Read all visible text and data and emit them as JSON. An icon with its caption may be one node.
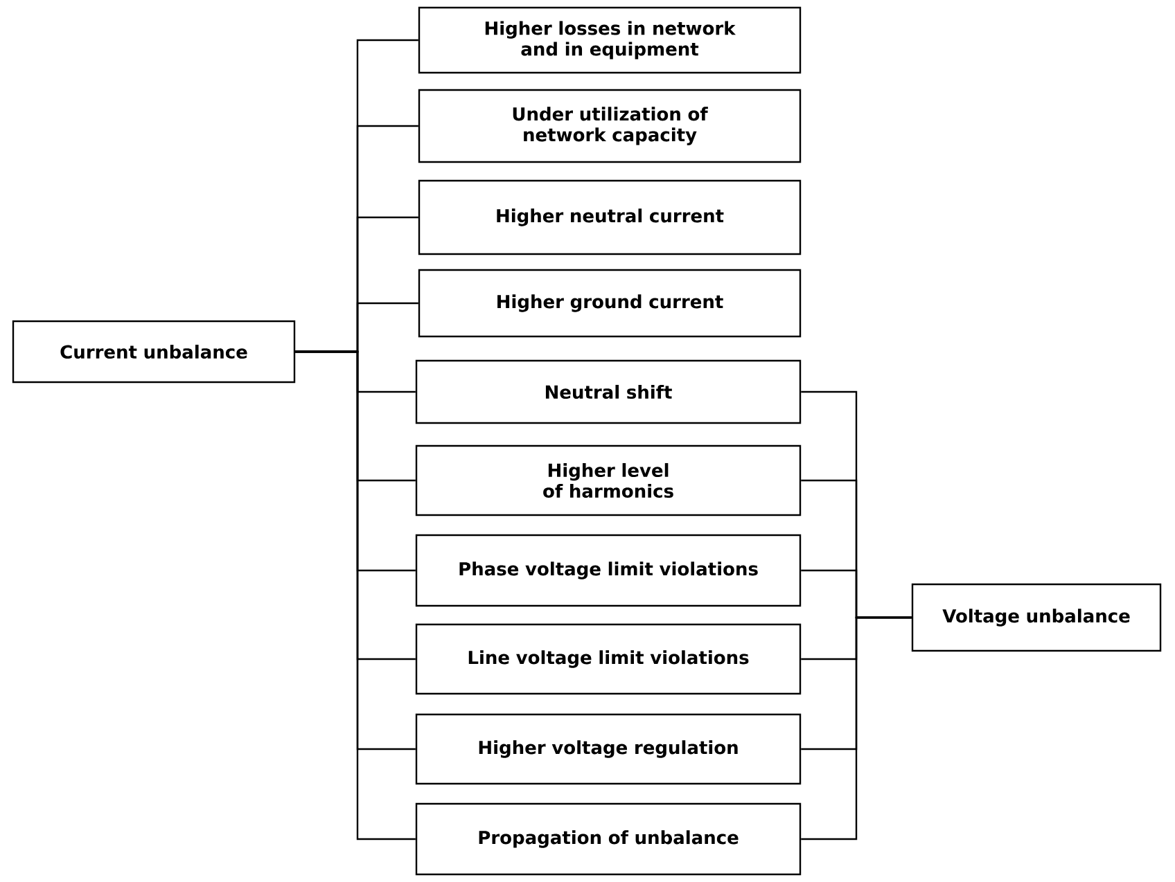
{
  "diagram": {
    "nodes": [
      {
        "text": [
          "Current unbalance"
        ]
      },
      {
        "text": [
          "Higher losses in network and in equipment"
        ]
      },
      {
        "text": [
          "Under utilization of network capacity"
        ]
      },
      {
        "text": [
          "Higher neutral current"
        ]
      },
      {
        "text": [
          "Higher ground current"
        ]
      },
      {
        "text": [
          "Neutral shift"
        ]
      },
      {
        "text": [
          "Higher level of harmonics"
        ]
      },
      {
        "text": [
          "Phase voltage limit violations"
        ]
      },
      {
        "text": [
          "Line voltage limit violations"
        ]
      },
      {
        "text": [
          "Higher voltage regulation"
        ]
      },
      {
        "text": [
          "Propagation of unbalance"
        ]
      },
      {
        "text": [
          "Voltage unbalance"
        ]
      }
    ],
    "edges": [
      {
        "from": 0,
        "to": 1,
        "arrow": "none"
      },
      {
        "from": 0,
        "to": 2,
        "arrow": "none"
      },
      {
        "from": 0,
        "to": 3,
        "arrow": "none"
      },
      {
        "from": 0,
        "to": 4,
        "arrow": "none"
      },
      {
        "from": 0,
        "to": 5,
        "arrow": "none"
      },
      {
        "from": 0,
        "to": 6,
        "arrow": "none"
      },
      {
        "from": 0,
        "to": 7,
        "arrow": "none"
      },
      {
        "from": 0,
        "to": 8,
        "arrow": "none"
      },
      {
        "from": 0,
        "to": 9,
        "arrow": "none"
      },
      {
        "from": 0,
        "to": 10,
        "arrow": "none"
      },
      {
        "from": 11,
        "to": 5,
        "arrow": "none"
      },
      {
        "from": 11,
        "to": 6,
        "arrow": "none"
      },
      {
        "from": 11,
        "to": 7,
        "arrow": "none"
      },
      {
        "from": 11,
        "to": 8,
        "arrow": "none"
      },
      {
        "from": 11,
        "to": 9,
        "arrow": "none"
      },
      {
        "from": 11,
        "to": 10,
        "arrow": "none"
      }
    ]
  }
}
